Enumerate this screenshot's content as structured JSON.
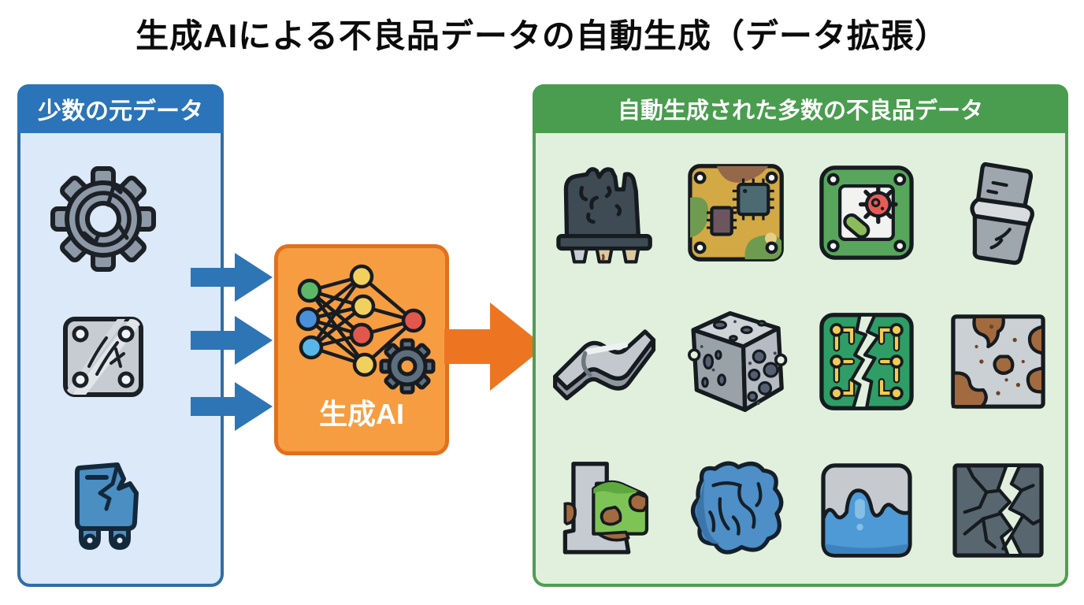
{
  "title": "生成AIによる不良品データの自動生成（データ拡張）",
  "colors": {
    "blue_header": "#2b74ba",
    "blue_panel_bg": "#dbe9f8",
    "blue_border": "#2f6da8",
    "blue_arrow": "#2e75b6",
    "green_header": "#4a9d4f",
    "green_panel_bg": "#e0f0dc",
    "green_border": "#4f9e51",
    "orange_box_fill": "#f69d41",
    "orange_box_border": "#e2701c",
    "orange_arrow": "#ed7522"
  },
  "left_panel": {
    "header": "少数の元データ",
    "icons": [
      "cracked-gear-icon",
      "scratched-plate-icon",
      "broken-machine-icon"
    ]
  },
  "generator": {
    "label": "生成AI",
    "icons": [
      "neural-network-icon",
      "gear-icon"
    ]
  },
  "arrows": {
    "input_arrows": 3,
    "output_arrows": 1
  },
  "right_panel": {
    "header": "自動生成された多数の不良品データ",
    "icons": [
      "melted-component-icon",
      "camouflage-pcb-icon",
      "contaminated-panel-icon",
      "bent-sheet-icon",
      "warped-plate-icon",
      "porous-cube-icon",
      "cracked-pcb-icon",
      "rusted-plate-icon",
      "corroded-beam-icon",
      "crumpled-part-icon",
      "liquid-spill-icon",
      "shattered-block-icon"
    ]
  }
}
